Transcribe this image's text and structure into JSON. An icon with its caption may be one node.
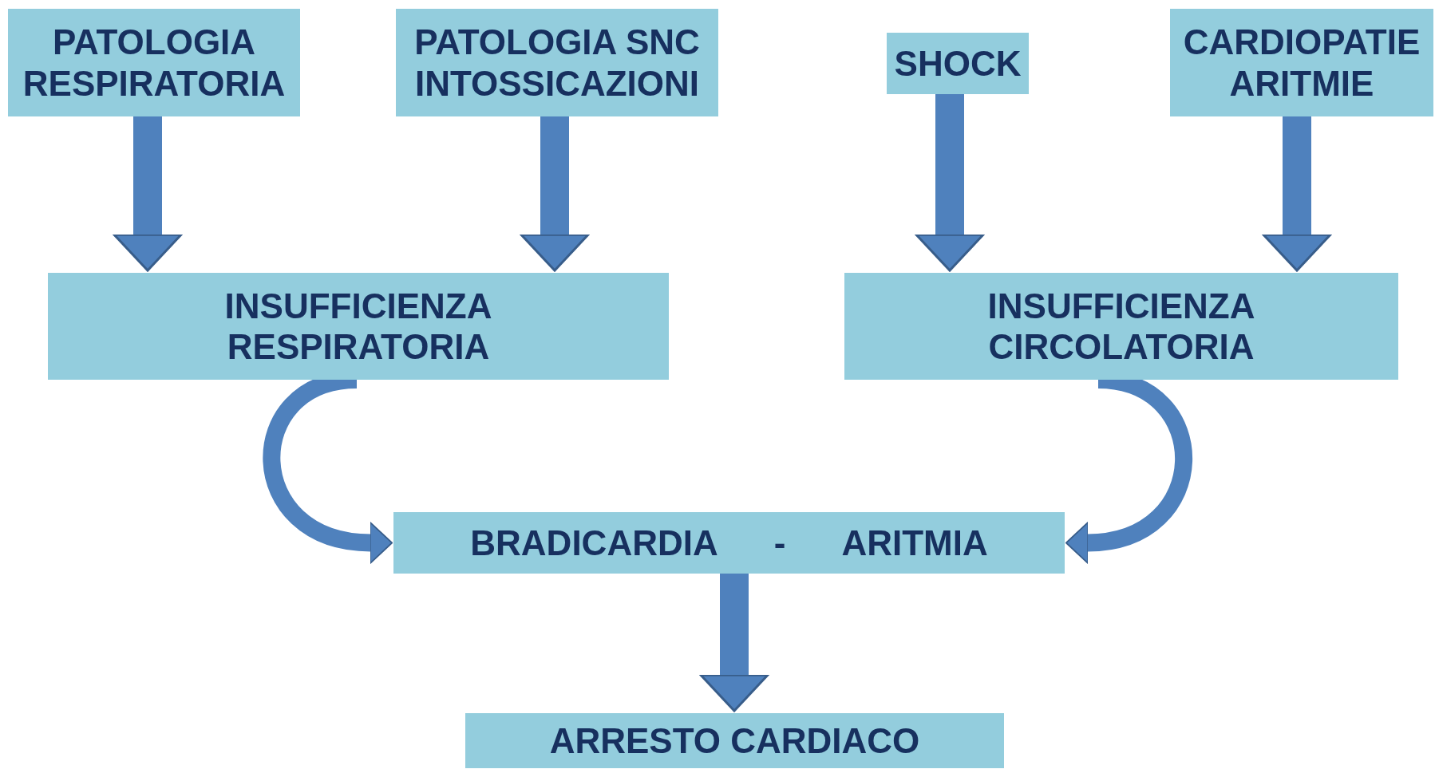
{
  "diagram": {
    "nodes": [
      {
        "text": [
          "PATOLOGIA RESPIRATORIA"
        ]
      },
      {
        "text": [
          "PATOLOGIA SNC INTOSSICAZIONI"
        ]
      },
      {
        "text": [
          "SHOCK"
        ]
      },
      {
        "text": [
          "CARDIOPATIE ARITMIE"
        ]
      },
      {
        "text": [
          "INSUFFICIENZA RESPIRATORIA"
        ]
      },
      {
        "text": [
          "INSUFFICIENZA CIRCOLATORIA"
        ]
      },
      {
        "text": [
          "BRADICARDIA",
          "-",
          "ARITMIA"
        ]
      },
      {
        "text": [
          "ARRESTO CARDIACO"
        ]
      }
    ],
    "edges": [
      {
        "from": 0,
        "to": 4,
        "arrow": "to"
      },
      {
        "from": 1,
        "to": 4,
        "arrow": "to"
      },
      {
        "from": 2,
        "to": 5,
        "arrow": "to"
      },
      {
        "from": 3,
        "to": 5,
        "arrow": "to"
      },
      {
        "from": 4,
        "to": 6,
        "arrow": "to"
      },
      {
        "from": 5,
        "to": 6,
        "arrow": "to"
      },
      {
        "from": 6,
        "to": 7,
        "arrow": "to"
      }
    ]
  }
}
